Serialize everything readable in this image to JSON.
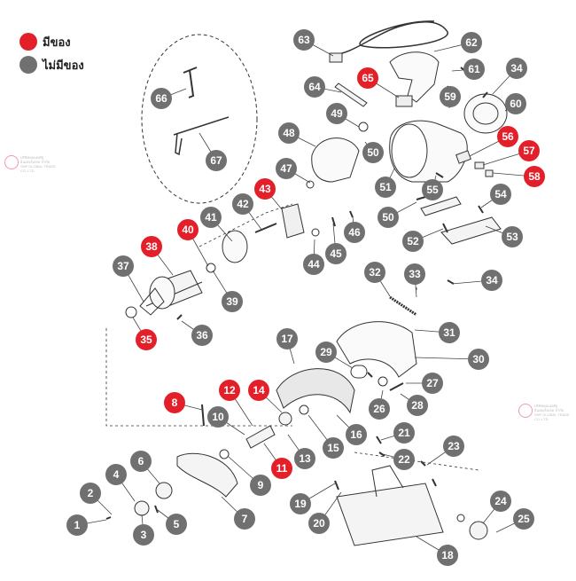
{
  "legend": {
    "available_label": "มีของ",
    "unavailable_label": "ไม่มีของ",
    "available_color": "#e3202a",
    "unavailable_color": "#707070"
  },
  "callouts": [
    {
      "n": "1",
      "status": "unavailable"
    },
    {
      "n": "2",
      "status": "unavailable"
    },
    {
      "n": "3",
      "status": "unavailable"
    },
    {
      "n": "4",
      "status": "unavailable"
    },
    {
      "n": "5",
      "status": "unavailable"
    },
    {
      "n": "6",
      "status": "unavailable"
    },
    {
      "n": "7",
      "status": "unavailable"
    },
    {
      "n": "8",
      "status": "available"
    },
    {
      "n": "9",
      "status": "unavailable"
    },
    {
      "n": "10",
      "status": "unavailable"
    },
    {
      "n": "11",
      "status": "available"
    },
    {
      "n": "12",
      "status": "available"
    },
    {
      "n": "13",
      "status": "unavailable"
    },
    {
      "n": "14",
      "status": "available"
    },
    {
      "n": "15",
      "status": "unavailable"
    },
    {
      "n": "16",
      "status": "unavailable"
    },
    {
      "n": "17",
      "status": "unavailable"
    },
    {
      "n": "18",
      "status": "unavailable"
    },
    {
      "n": "19",
      "status": "unavailable"
    },
    {
      "n": "20",
      "status": "unavailable"
    },
    {
      "n": "21",
      "status": "unavailable"
    },
    {
      "n": "22",
      "status": "unavailable"
    },
    {
      "n": "23",
      "status": "unavailable"
    },
    {
      "n": "24",
      "status": "unavailable"
    },
    {
      "n": "25",
      "status": "unavailable"
    },
    {
      "n": "26",
      "status": "unavailable"
    },
    {
      "n": "27",
      "status": "unavailable"
    },
    {
      "n": "28",
      "status": "unavailable"
    },
    {
      "n": "29",
      "status": "unavailable"
    },
    {
      "n": "30",
      "status": "unavailable"
    },
    {
      "n": "31",
      "status": "unavailable"
    },
    {
      "n": "32",
      "status": "unavailable"
    },
    {
      "n": "33",
      "status": "unavailable"
    },
    {
      "n": "34",
      "status": "unavailable"
    },
    {
      "n": "34",
      "status": "unavailable"
    },
    {
      "n": "35",
      "status": "available"
    },
    {
      "n": "36",
      "status": "unavailable"
    },
    {
      "n": "37",
      "status": "unavailable"
    },
    {
      "n": "38",
      "status": "available"
    },
    {
      "n": "39",
      "status": "unavailable"
    },
    {
      "n": "40",
      "status": "available"
    },
    {
      "n": "41",
      "status": "unavailable"
    },
    {
      "n": "42",
      "status": "unavailable"
    },
    {
      "n": "43",
      "status": "available"
    },
    {
      "n": "44",
      "status": "unavailable"
    },
    {
      "n": "45",
      "status": "unavailable"
    },
    {
      "n": "46",
      "status": "unavailable"
    },
    {
      "n": "47",
      "status": "unavailable"
    },
    {
      "n": "48",
      "status": "unavailable"
    },
    {
      "n": "49",
      "status": "unavailable"
    },
    {
      "n": "50",
      "status": "unavailable"
    },
    {
      "n": "50",
      "status": "unavailable"
    },
    {
      "n": "51",
      "status": "unavailable"
    },
    {
      "n": "52",
      "status": "unavailable"
    },
    {
      "n": "53",
      "status": "unavailable"
    },
    {
      "n": "54",
      "status": "unavailable"
    },
    {
      "n": "55",
      "status": "unavailable"
    },
    {
      "n": "56",
      "status": "available"
    },
    {
      "n": "57",
      "status": "available"
    },
    {
      "n": "58",
      "status": "available"
    },
    {
      "n": "59",
      "status": "unavailable"
    },
    {
      "n": "60",
      "status": "unavailable"
    },
    {
      "n": "61",
      "status": "unavailable"
    },
    {
      "n": "62",
      "status": "unavailable"
    },
    {
      "n": "63",
      "status": "unavailable"
    },
    {
      "n": "64",
      "status": "unavailable"
    },
    {
      "n": "65",
      "status": "available"
    },
    {
      "n": "66",
      "status": "unavailable"
    },
    {
      "n": "67",
      "status": "unavailable"
    }
  ],
  "watermark": {
    "line1": "บริษัทคุณนพรัฐ อินเตอร์เทรด จำกัด",
    "line2": "SNP GLOBAL TRADE CO.,LTD."
  }
}
